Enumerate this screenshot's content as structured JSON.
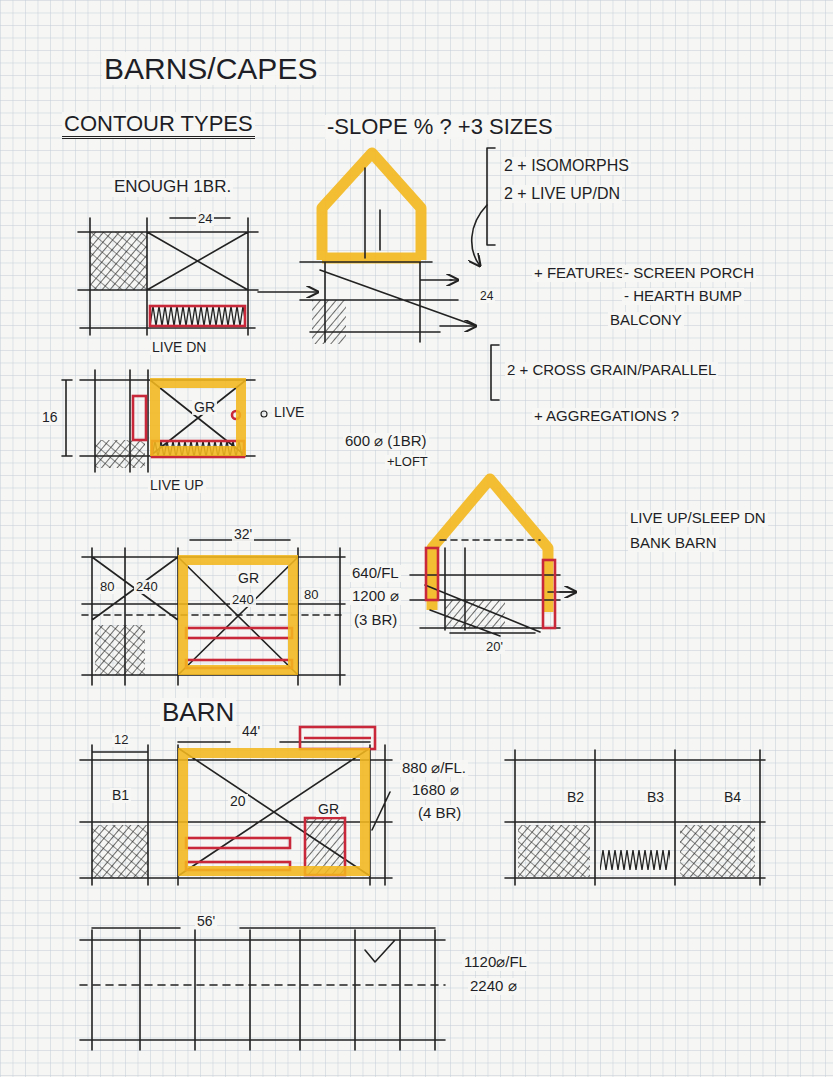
{
  "diagram": {
    "title": "BARNS/CAPES",
    "nodes": [
      {
        "text": [
          "GR"
        ]
      },
      {
        "text": [
          "GR",
          "240"
        ]
      },
      {
        "text": [
          "20",
          "GR"
        ]
      }
    ],
    "labels": [
      "CONTOUR TYPES",
      "-SLOPE % ? +3 SIZES",
      "ENOUGH 1BR.",
      "24",
      "LIVE DN",
      "2 + ISOMORPHS",
      "2 + LIVE UP/DN",
      "+ FEATURES",
      "- SCREEN PORCH",
      "- HEARTH BUMP",
      "24",
      "BALCONY",
      "2 + CROSS GRAIN/PARALLEL",
      "+ AGGREGATIONS ?",
      "16",
      "LIVE",
      "LIVE UP",
      "600 ⌀ (1BR)",
      "+LOFT",
      "LIVE UP/SLEEP DN",
      "BANK BARN",
      "32'",
      "80",
      "240",
      "80",
      "640/FL",
      "1200 ⌀",
      "(3 BR)",
      "20'",
      "BARN",
      "12",
      "44'",
      "B1",
      "880 ⌀/FL.",
      "1680 ⌀",
      "(4 BR)",
      "B2",
      "B3",
      "B4",
      "56'",
      "1120⌀/FL",
      "2240 ⌀"
    ]
  }
}
